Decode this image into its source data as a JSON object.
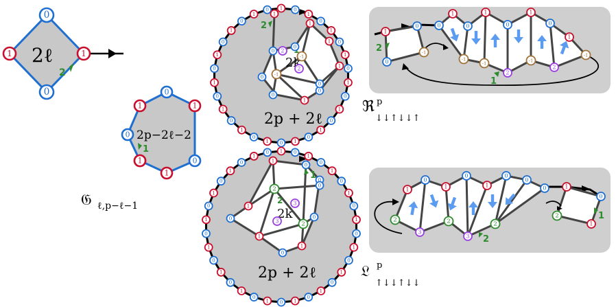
{
  "colors": {
    "red": "#c8102e",
    "blue": "#1f6fd1",
    "brown": "#a0723a",
    "purple": "#9b3fe0",
    "green": "#2e8b2e",
    "face": "#c8c8c8",
    "panel": "#cfcfcf",
    "arrow": "#5b9bf0"
  },
  "labels": {
    "zero": "0",
    "one": "1",
    "two": "2",
    "three": "3",
    "neg1": "-1",
    "twoEll": "2ℓ",
    "perimeter": "2p−2ℓ−2",
    "twoPTwoEll": "2p + 2ℓ",
    "twoK": "2k",
    "gfrakBase": "𝔊",
    "gfrakSub": "ℓ,p−ℓ−1",
    "rfrakBase": "ℜ",
    "rfrakSup": "p",
    "rfrakSub": "↓↓↑↓↓↑",
    "lfrakBase": "𝔏",
    "lfrakSup": "p",
    "lfrakSub": "↑↓↓↑↓↓"
  }
}
